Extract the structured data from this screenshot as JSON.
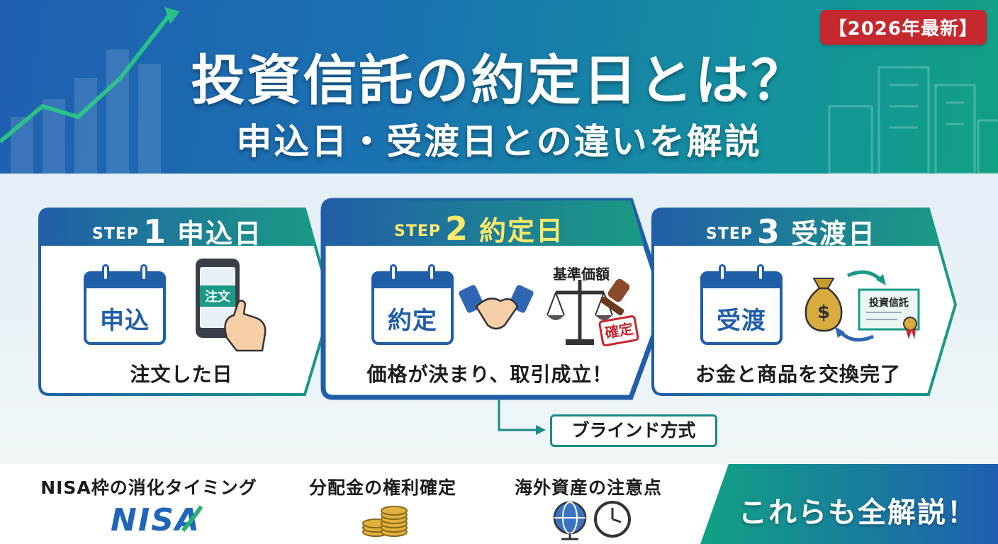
{
  "header": {
    "badge": "【2026年最新】",
    "title": "投資信託の約定日とは？",
    "subtitle": "申込日・受渡日との違いを解説"
  },
  "steps": [
    {
      "label": "STEP",
      "number": "1",
      "name": "申込日",
      "calendar_text": "申込",
      "footer": "注文した日"
    },
    {
      "label": "STEP",
      "number": "2",
      "name": "約定日",
      "calendar_text": "約定",
      "footer": "価格が決まり、取引成立！"
    },
    {
      "label": "STEP",
      "number": "3",
      "name": "受渡日",
      "calendar_text": "受渡",
      "footer": "お金と商品を交換完了"
    }
  ],
  "step1_phone_label": "注文",
  "step2_price_label": "基準価額",
  "step2_stamp_label": "確定",
  "step3_certificate_label": "投資信託",
  "step2_note": "ブラインド方式",
  "topics": [
    {
      "label": "NISA枠の消化タイミング"
    },
    {
      "label": "分配金の権利確定"
    },
    {
      "label": "海外資産の注意点"
    }
  ],
  "nisa_logo_text": "NISA",
  "cta": "これらも全解説！",
  "icons": {
    "step1": [
      "calendar-icon",
      "smartphone-tap-icon"
    ],
    "step2": [
      "calendar-icon",
      "handshake-icon",
      "balance-scale-icon",
      "stamp-icon"
    ],
    "step3": [
      "calendar-icon",
      "money-bag-icon",
      "exchange-arrows-icon",
      "certificate-icon"
    ],
    "topics": [
      "nisa-logo-icon",
      "coin-stack-icon",
      "globe-icon",
      "clock-icon"
    ]
  },
  "colors": {
    "primary_blue": "#215ea8",
    "accent_teal": "#1a9a84",
    "badge_red": "#c5282f",
    "highlight_yellow": "#ffe86b"
  }
}
